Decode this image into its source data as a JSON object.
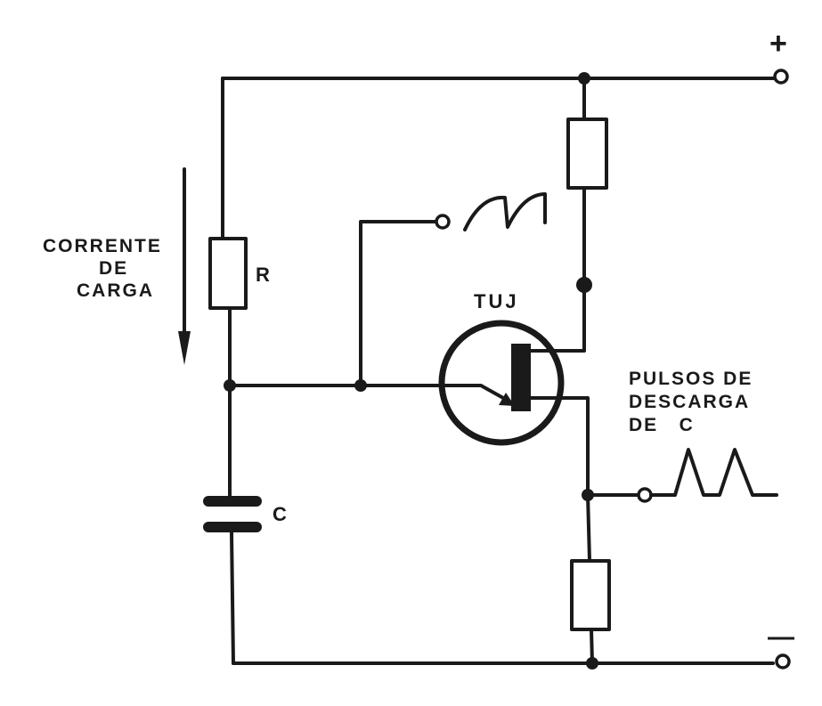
{
  "labels": {
    "plus": "+",
    "minus": "—",
    "r": "R",
    "c": "C",
    "tuj": "TUJ",
    "current_line1": "CORRENTE",
    "current_line2": "DE",
    "current_line3": "CARGA",
    "pulses_line1": "PULSOS DE",
    "pulses_line2": "DESCARGA",
    "pulses_line3": "DE   C"
  },
  "colors": {
    "ink": "#1a1a1a",
    "paper": "#ffffff"
  }
}
